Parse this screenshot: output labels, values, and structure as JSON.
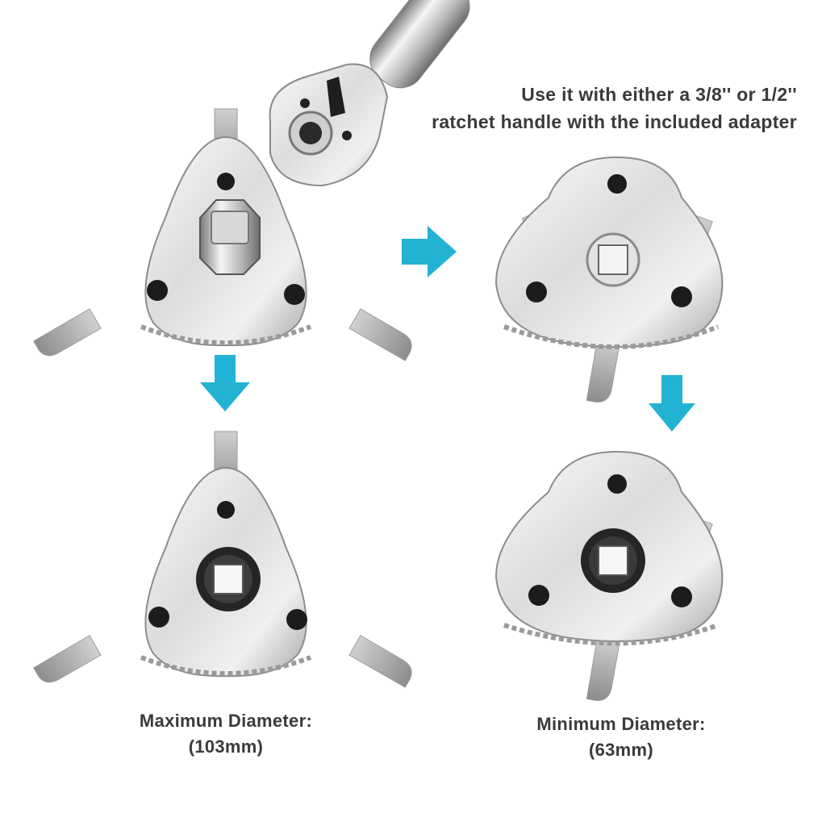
{
  "caption_top": {
    "line1": "Use it with either a 3/8'' or 1/2''",
    "line2": "ratchet handle with the included adapter"
  },
  "caption_max": {
    "label": "Maximum Diameter:",
    "value": "(103mm)"
  },
  "caption_min": {
    "label": "Minimum Diameter:",
    "value": "(63mm)"
  },
  "colors": {
    "arrow": "#22b3d4",
    "steel_light": "#f2f2f2",
    "steel_mid": "#c9c9c9",
    "steel_dark": "#8a8a8a",
    "rivet": "#1c1c1c",
    "text": "#3a3a3a"
  },
  "icons": [
    "ratchet-handle-icon",
    "arrow-right-icon",
    "arrow-down-icon",
    "filter-wrench-icon"
  ]
}
